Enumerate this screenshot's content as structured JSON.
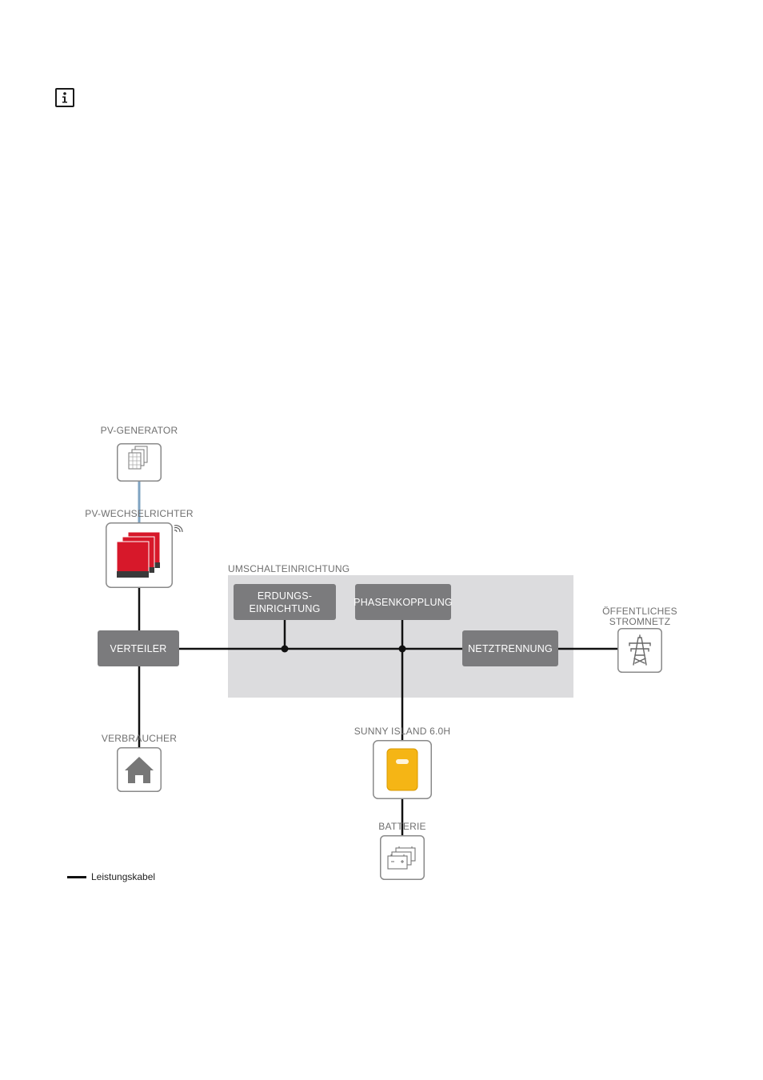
{
  "info_icon": "info-icon",
  "labels": {
    "pv_generator": "PV-GENERATOR",
    "pv_inverter": "PV-WECHSELRICHTER",
    "switch_device": "UMSCHALTEINRICHTUNG",
    "public_grid_line1": "ÖFFENTLICHES",
    "public_grid_line2": "STROMNETZ",
    "consumer": "VERBRAUCHER",
    "sunny_island": "SUNNY ISLAND 6.0H",
    "battery": "BATTERIE"
  },
  "boxes": {
    "distributor": "VERTEILER",
    "grounding_line1": "ERDUNGS-",
    "grounding_line2": "EINRICHTUNG",
    "phase_coupling": "PHASENKOPPLUNG",
    "grid_disconnect": "NETZTRENNUNG"
  },
  "legend": {
    "power_cable": "Leistungskabel"
  },
  "colors": {
    "inverter_red": "#d7182a",
    "island_yellow": "#f5b515",
    "dc_line_blue": "#7fa3c2",
    "box_gray": "#7b7b7d",
    "zone_gray": "#dcdcde"
  }
}
